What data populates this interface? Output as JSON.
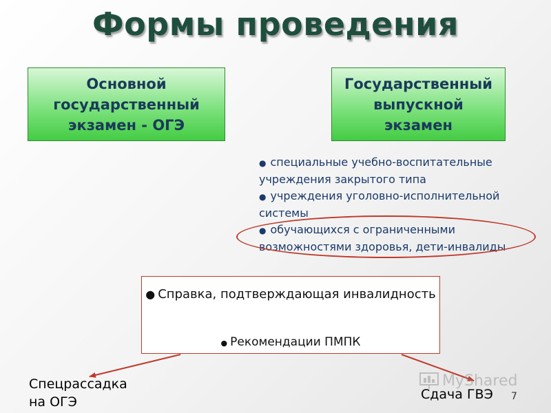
{
  "title": "Формы проведения",
  "oge_box": {
    "lines": [
      "Основной",
      "государственный",
      "экзамен - ОГЭ"
    ]
  },
  "gve_box": {
    "lines": [
      "Государственный",
      "выпускной",
      "экзамен"
    ]
  },
  "gve_list": [
    "специальные учебно-воспитательные учреждения закрытого типа",
    "учреждения уголовно-исполнительной системы",
    "обучающихся с ограниченными возможностями здоровья, дети-инвалиды"
  ],
  "documents": [
    "Справка, подтверждающая инвалидность",
    "Рекомендации ПМПК"
  ],
  "outcome_left": [
    "Спецрассадка",
    "на ОГЭ"
  ],
  "outcome_right": "Сдача ГВЭ",
  "page_number": "7",
  "watermark": "MyShared",
  "colors": {
    "title": "#1f4e3d",
    "box_text": "#1a3a5a",
    "list_text": "#1a3a6a",
    "accent_red": "#c0392b",
    "box_green": "#44cc44"
  }
}
